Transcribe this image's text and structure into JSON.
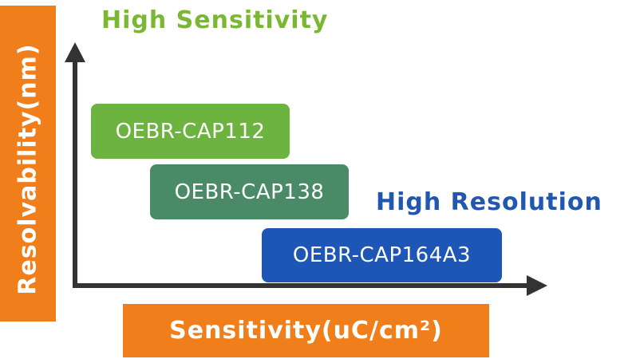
{
  "axes": {
    "y_label": "Resolvability(nm)",
    "x_label": "Sensitivity(uC/cm²)"
  },
  "corner_labels": {
    "top": "High Sensitivity",
    "right": "High Resolution"
  },
  "products": [
    {
      "label": "OEBR-CAP112",
      "color": "#6db33f"
    },
    {
      "label": "OEBR-CAP138",
      "color": "#4a8a66"
    },
    {
      "label": "OEBR-CAP164A3",
      "color": "#1e56b5"
    }
  ],
  "colors": {
    "axis_label_bg": "#f07f1b",
    "axis_line": "#333333",
    "high_sensitivity": "#7ab834",
    "high_resolution": "#2157b0"
  }
}
